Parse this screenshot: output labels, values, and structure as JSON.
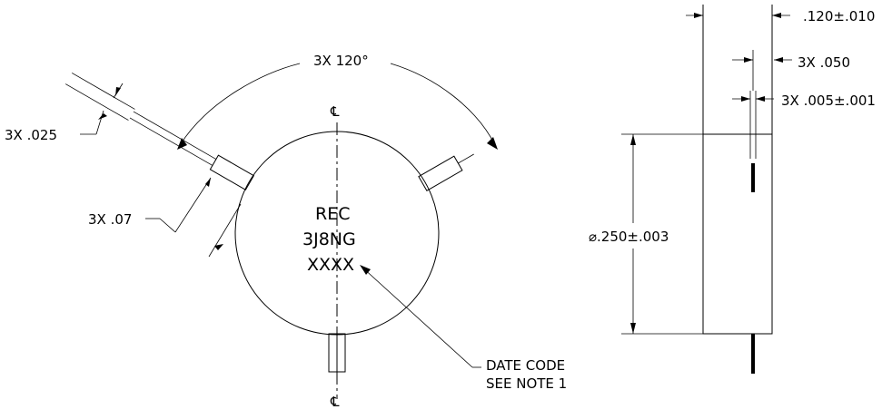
{
  "front_view": {
    "angle_dim": "3X 120°",
    "lead_dia_dim": "3X .025",
    "lead_len_dim": "3X .07",
    "marking_line1": "REC",
    "marking_line2": "3J8NG",
    "marking_line3": "XXXX",
    "note_line1": "DATE CODE",
    "note_line2": "SEE NOTE 1",
    "centerline_top": "℄",
    "centerline_bottom": "℄"
  },
  "side_view": {
    "overall_dim": ".120±.010",
    "lead_dim": "3X .050",
    "wire_dim": "3X .005±.001",
    "dia_dim": "⌀.250±.003"
  }
}
